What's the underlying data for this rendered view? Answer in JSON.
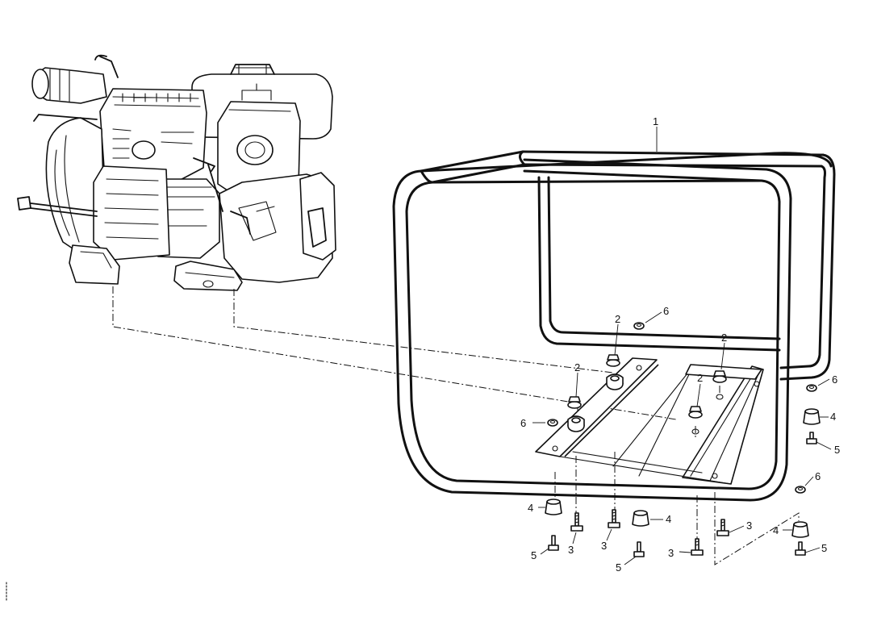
{
  "colors": {
    "ink": "#111111",
    "paper": "#ffffff"
  },
  "callouts": {
    "frame": "1",
    "nut_a": "2",
    "nut_b": "2",
    "nut_c": "2",
    "nut_d": "2",
    "bolt_a": "3",
    "bolt_b": "3",
    "bolt_c": "3",
    "bolt_d": "3",
    "mount_a": "4",
    "mount_b": "4",
    "mount_c": "4",
    "mount_d": "4",
    "screw_a": "5",
    "screw_b": "5",
    "screw_c": "5",
    "screw_d": "5",
    "washer_a": "6",
    "washer_b": "6",
    "washer_c": "6",
    "washer_d": "6"
  }
}
